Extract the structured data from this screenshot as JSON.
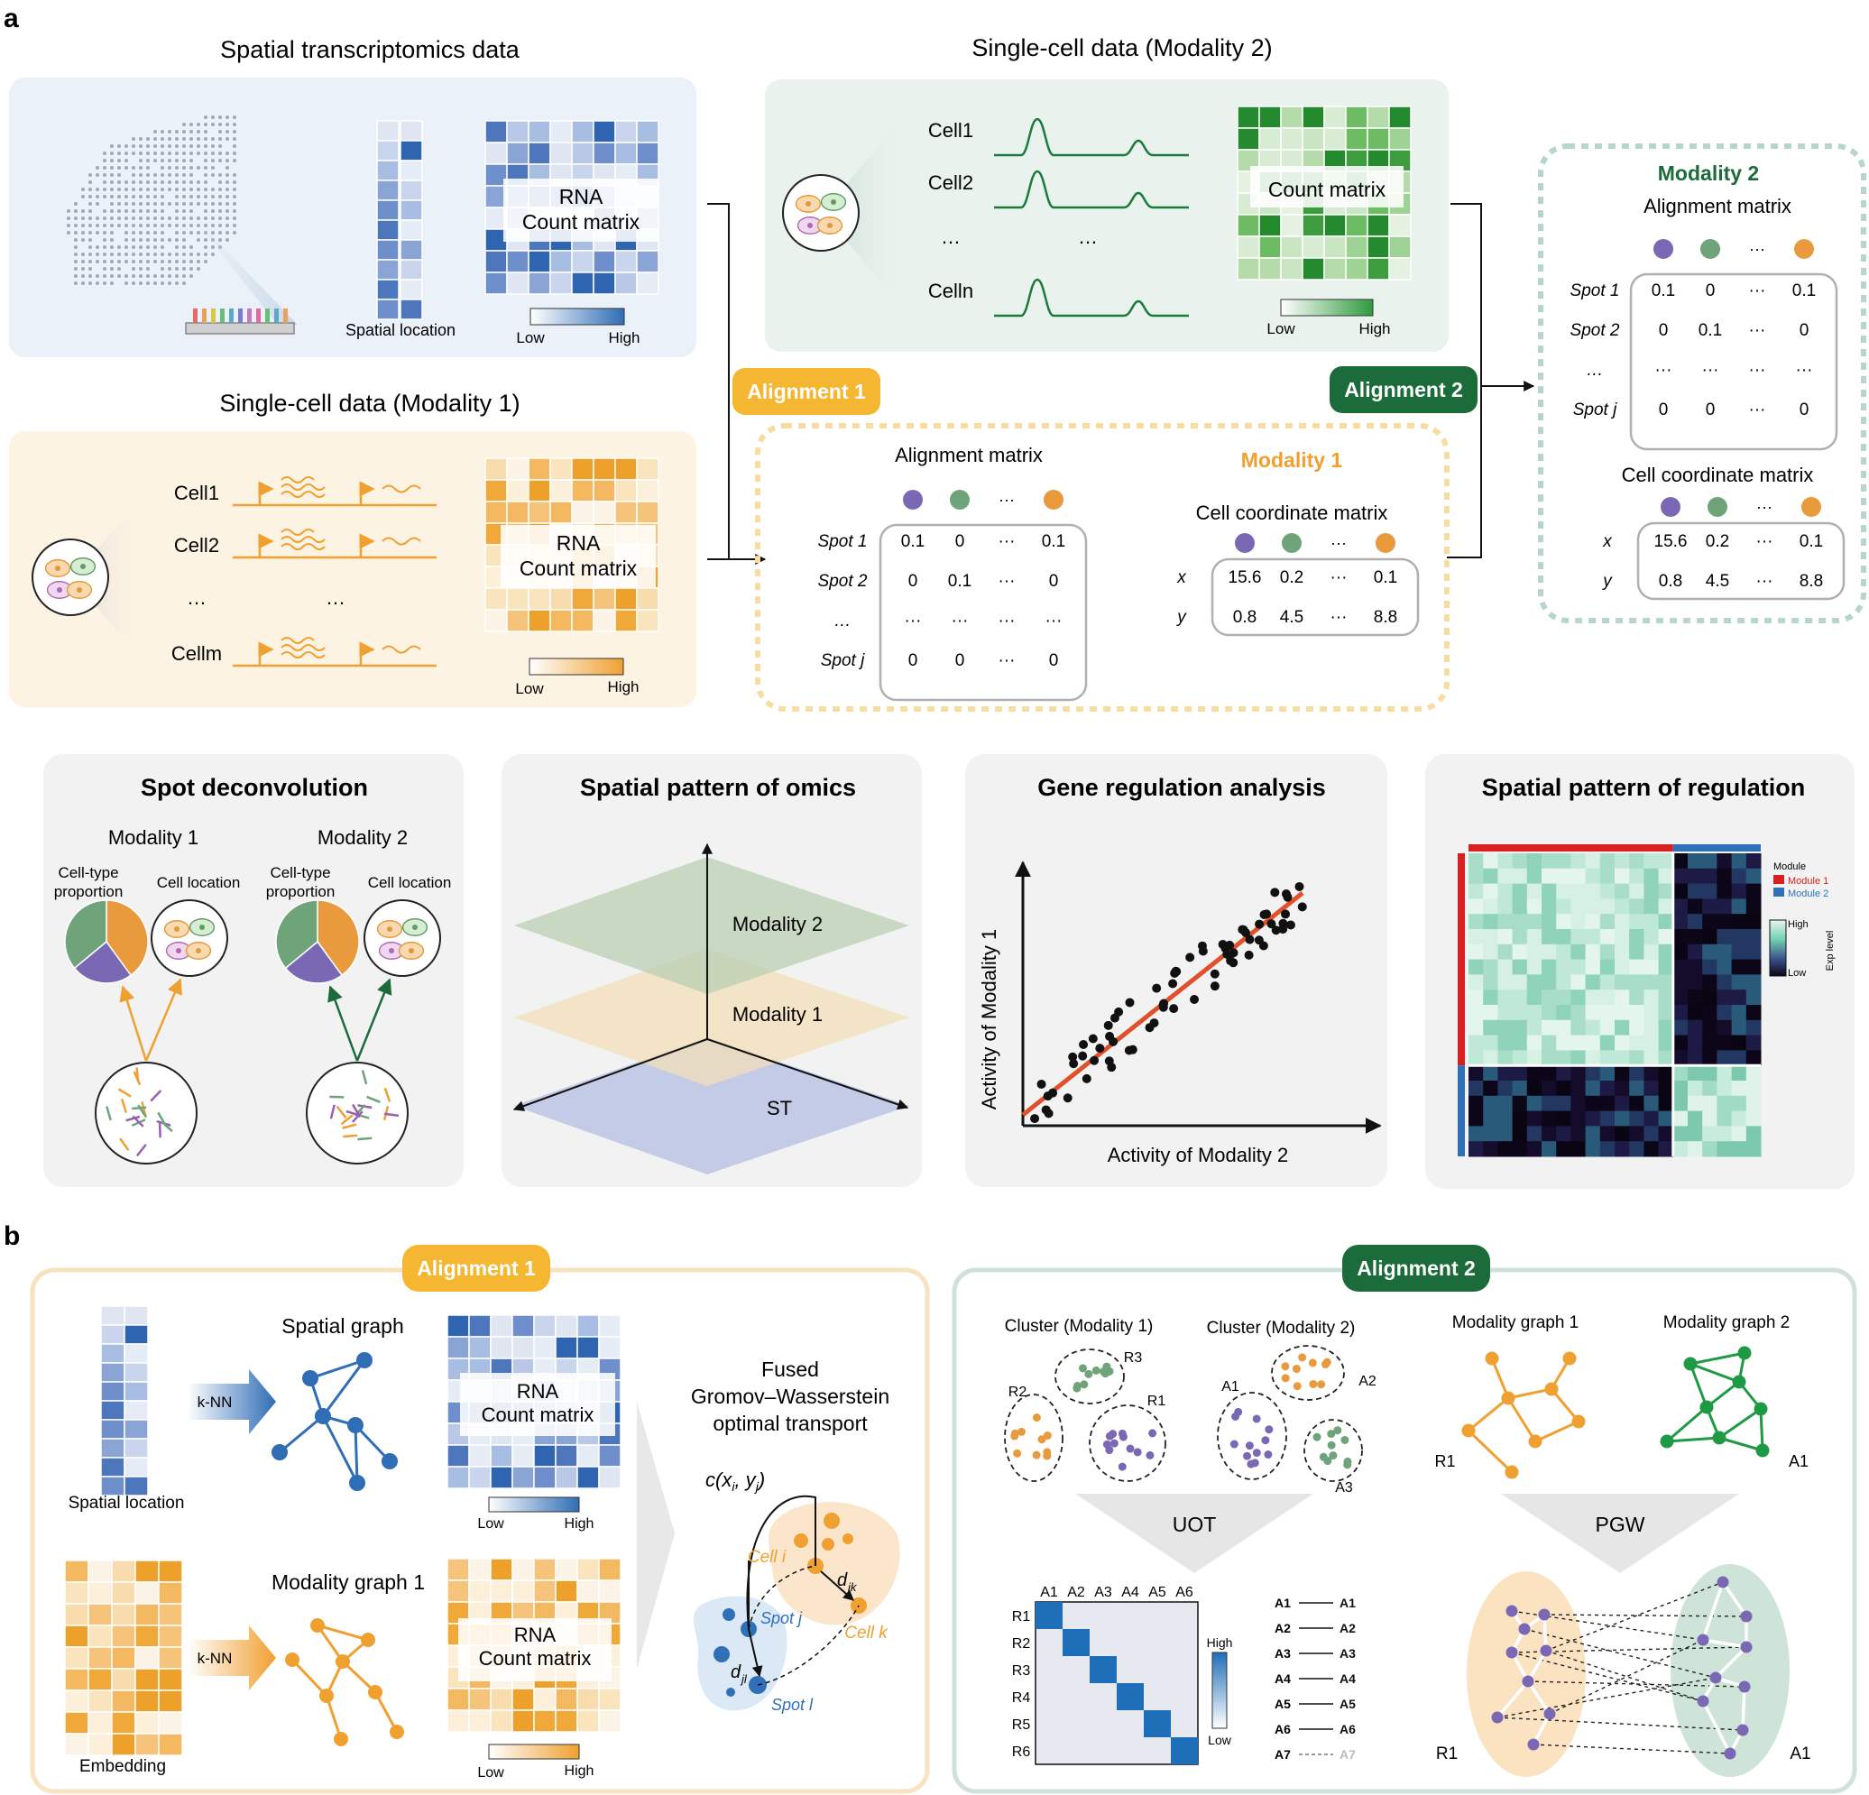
{
  "panel_a": {
    "label": "a",
    "spatial": {
      "title": "Spatial transcriptomics data",
      "location_label": "Spatial location",
      "matrix_label_1": "RNA",
      "matrix_label_2": "Count matrix",
      "low": "Low",
      "high": "High"
    },
    "sc1": {
      "title": "Single-cell data (Modality 1)",
      "cells": [
        "Cell1",
        "Cell2",
        "…",
        "Cellm"
      ],
      "ellipsis2": "…",
      "matrix_label_1": "RNA",
      "matrix_label_2": "Count matrix",
      "low": "Low",
      "high": "High"
    },
    "sc2": {
      "title": "Single-cell data (Modality 2)",
      "cells": [
        "Cell1",
        "Cell2",
        "…",
        "Celln"
      ],
      "ellipsis2": "…",
      "matrix_label": "Count matrix",
      "low": "Low",
      "high": "High"
    },
    "alignment1_tag": "Alignment 1",
    "alignment2_tag": "Alignment 2",
    "mod1_box": {
      "alignment_title": "Alignment matrix",
      "modality_title": "Modality 1",
      "coord_title": "Cell coordinate matrix",
      "spots": [
        "Spot 1",
        "Spot 2",
        "…",
        "Spot  j"
      ],
      "rows": [
        [
          "0.1",
          "0",
          "···",
          "0.1"
        ],
        [
          "0",
          "0.1",
          "···",
          "0"
        ],
        [
          "···",
          "···",
          "···",
          "···"
        ],
        [
          "0",
          "0",
          "···",
          "0"
        ]
      ],
      "coord_axes": [
        "x",
        "y"
      ],
      "coord_rows": [
        [
          "15.6",
          "0.2",
          "···",
          "0.1"
        ],
        [
          "0.8",
          "4.5",
          "···",
          "8.8"
        ]
      ],
      "dot_ellipsis": "···"
    },
    "mod2_box": {
      "modality_title": "Modality 2",
      "alignment_title": "Alignment matrix",
      "coord_title": "Cell coordinate matrix",
      "spots": [
        "Spot 1",
        "Spot 2",
        "…",
        "Spot  j"
      ],
      "rows": [
        [
          "0.1",
          "0",
          "···",
          "0.1"
        ],
        [
          "0",
          "0.1",
          "···",
          "0"
        ],
        [
          "···",
          "···",
          "···",
          "···"
        ],
        [
          "0",
          "0",
          "···",
          "0"
        ]
      ],
      "coord_axes": [
        "x",
        "y"
      ],
      "coord_rows": [
        [
          "15.6",
          "0.2",
          "···",
          "0.1"
        ],
        [
          "0.8",
          "4.5",
          "···",
          "8.8"
        ]
      ],
      "dot_ellipsis": "···"
    },
    "apps": {
      "spot_deconv": {
        "title": "Spot deconvolution",
        "mod1": "Modality 1",
        "mod2": "Modality 2",
        "prop_1": "Cell-type",
        "prop_2": "proportion",
        "loc": "Cell location"
      },
      "spatial_omics": {
        "title": "Spatial pattern of omics",
        "layers": [
          "Modality 2",
          "Modality 1",
          "ST"
        ]
      },
      "gene_reg": {
        "title": "Gene regulation analysis",
        "xlabel": "Activity of Modality 2",
        "ylabel": "Activity of Modality 1"
      },
      "spatial_reg": {
        "title": "Spatial pattern of regulation",
        "legend_title": "Module",
        "module1": "Module 1",
        "module2": "Module 2",
        "high": "High",
        "low": "Low",
        "exp_level": "Exp level"
      }
    }
  },
  "panel_b": {
    "label": "b",
    "align1": {
      "tag": "Alignment 1",
      "spatial_graph": "Spatial graph",
      "knn": "k-NN",
      "spatial_location": "Spatial location",
      "embedding": "Embedding",
      "modality_graph": "Modality graph 1",
      "matrix_label_1": "RNA",
      "matrix_label_2": "Count matrix",
      "low": "Low",
      "high": "High",
      "fgw": [
        "Fused",
        "Gromov–Wasserstein",
        "optimal transport"
      ],
      "cost_label": "c(x",
      "cost_sub_i": "i",
      "cost_mid": ", y",
      "cost_sub_j": "j",
      "cost_end": ")",
      "cell_i": "Cell i",
      "cell_k": "Cell k",
      "spot_j": "Spot j",
      "spot_l": "Spot l",
      "d_ik": "d",
      "d_ik_sub": "ik",
      "d_jl": "d",
      "d_jl_sub": "jl"
    },
    "align2": {
      "tag": "Alignment 2",
      "cluster1": "Cluster (Modality 1)",
      "cluster2": "Cluster (Modality 2)",
      "mgraph1": "Modality graph 1",
      "mgraph2": "Modality graph 2",
      "r_labels": [
        "R1",
        "R2",
        "R3"
      ],
      "a_labels": [
        "A1",
        "A2",
        "A3"
      ],
      "uot": "UOT",
      "pgw": "PGW",
      "cols": [
        "A1",
        "A2",
        "A3",
        "A4",
        "A5",
        "A6"
      ],
      "rows": [
        "R1",
        "R2",
        "R3",
        "R4",
        "R5",
        "R6"
      ],
      "high": "High",
      "low": "Low",
      "pairs": [
        [
          "A1",
          "A1"
        ],
        [
          "A2",
          "A2"
        ],
        [
          "A3",
          "A3"
        ],
        [
          "A4",
          "A4"
        ],
        [
          "A5",
          "A5"
        ],
        [
          "A6",
          "A6"
        ],
        [
          "A7",
          "A7"
        ]
      ],
      "r1": "R1",
      "a1": "A1"
    }
  },
  "colors": {
    "orange": "#f0a030",
    "blue": "#2f70b8",
    "green": "#1c7a3c",
    "gold": "#f5b731",
    "purple": "#7b68b5",
    "sage": "#6fa37a",
    "amber": "#e89a3c",
    "red": "#e0502a"
  }
}
